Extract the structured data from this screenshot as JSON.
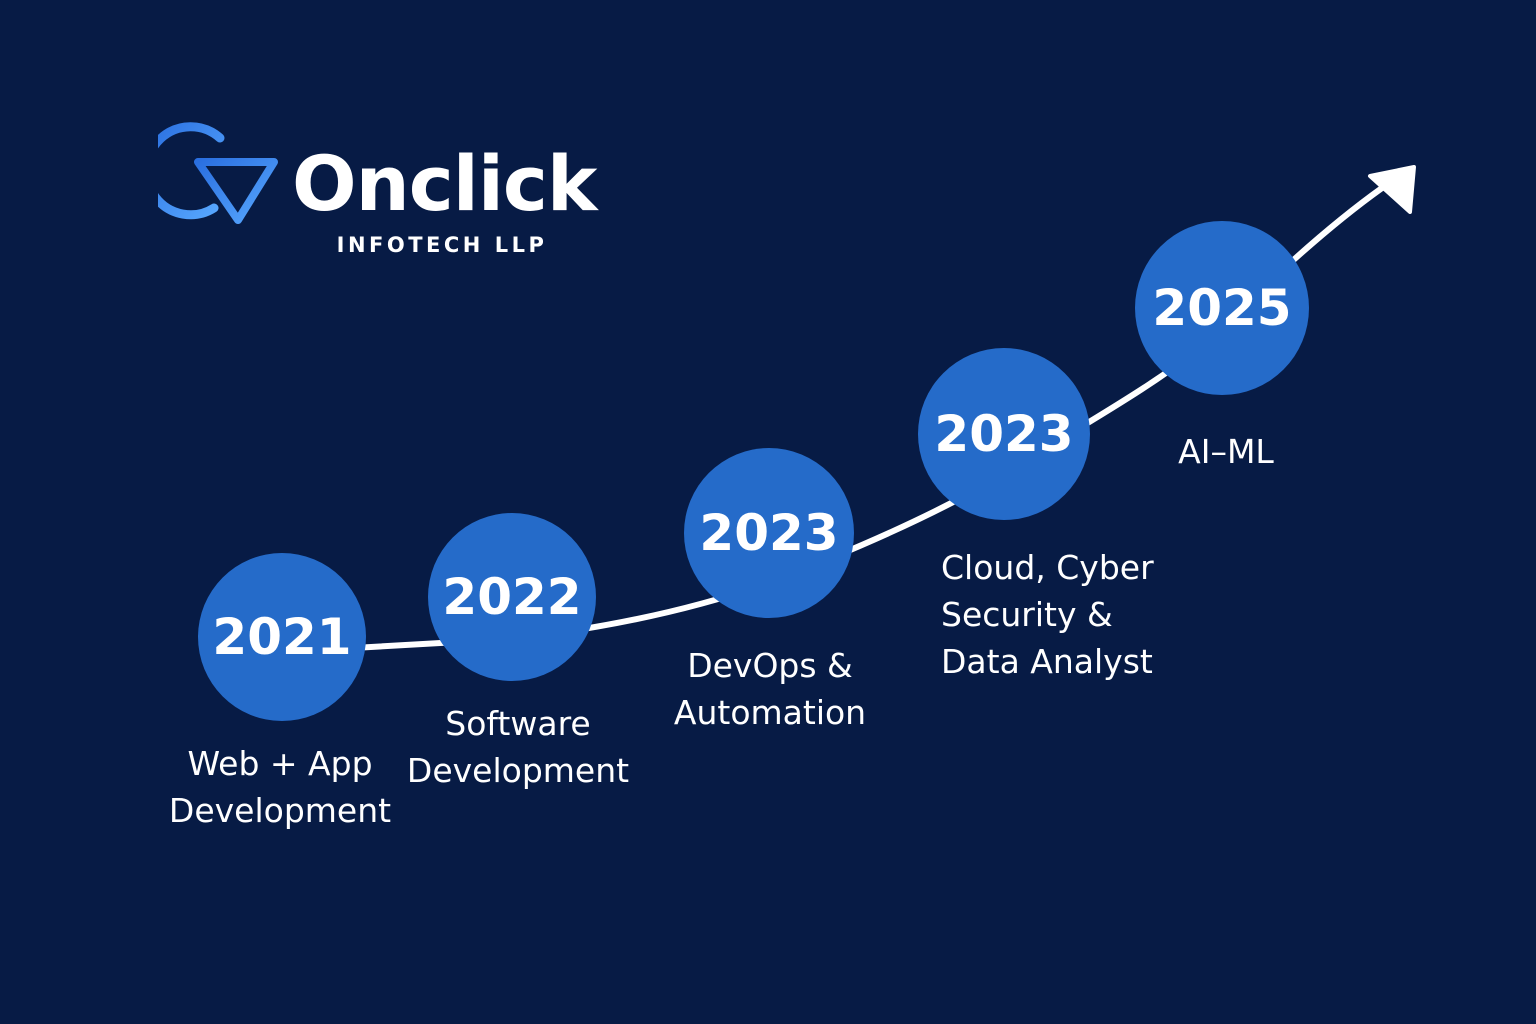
{
  "brand": {
    "name": "Onclick",
    "subtitle": "INFOTECH LLP",
    "logo_icon": "circle-triangle-logo-icon",
    "accent_gradient": [
      "#2a6fe0",
      "#58a8ff"
    ]
  },
  "colors": {
    "background": "#071b45",
    "node": "#256bc9",
    "text": "#ffffff",
    "curve": "#ffffff"
  },
  "arrow_icon": "arrow-up-right-icon",
  "milestones": [
    {
      "year": "2021",
      "lines": [
        "Web + App",
        "Development"
      ]
    },
    {
      "year": "2022",
      "lines": [
        "Software",
        "Development"
      ]
    },
    {
      "year": "2023",
      "lines": [
        "DevOps &",
        "Automation"
      ]
    },
    {
      "year": "2023",
      "lines": [
        "Cloud, Cyber",
        "Security &",
        "Data Analyst"
      ]
    },
    {
      "year": "2025",
      "lines": [
        "AI–ML"
      ]
    }
  ]
}
